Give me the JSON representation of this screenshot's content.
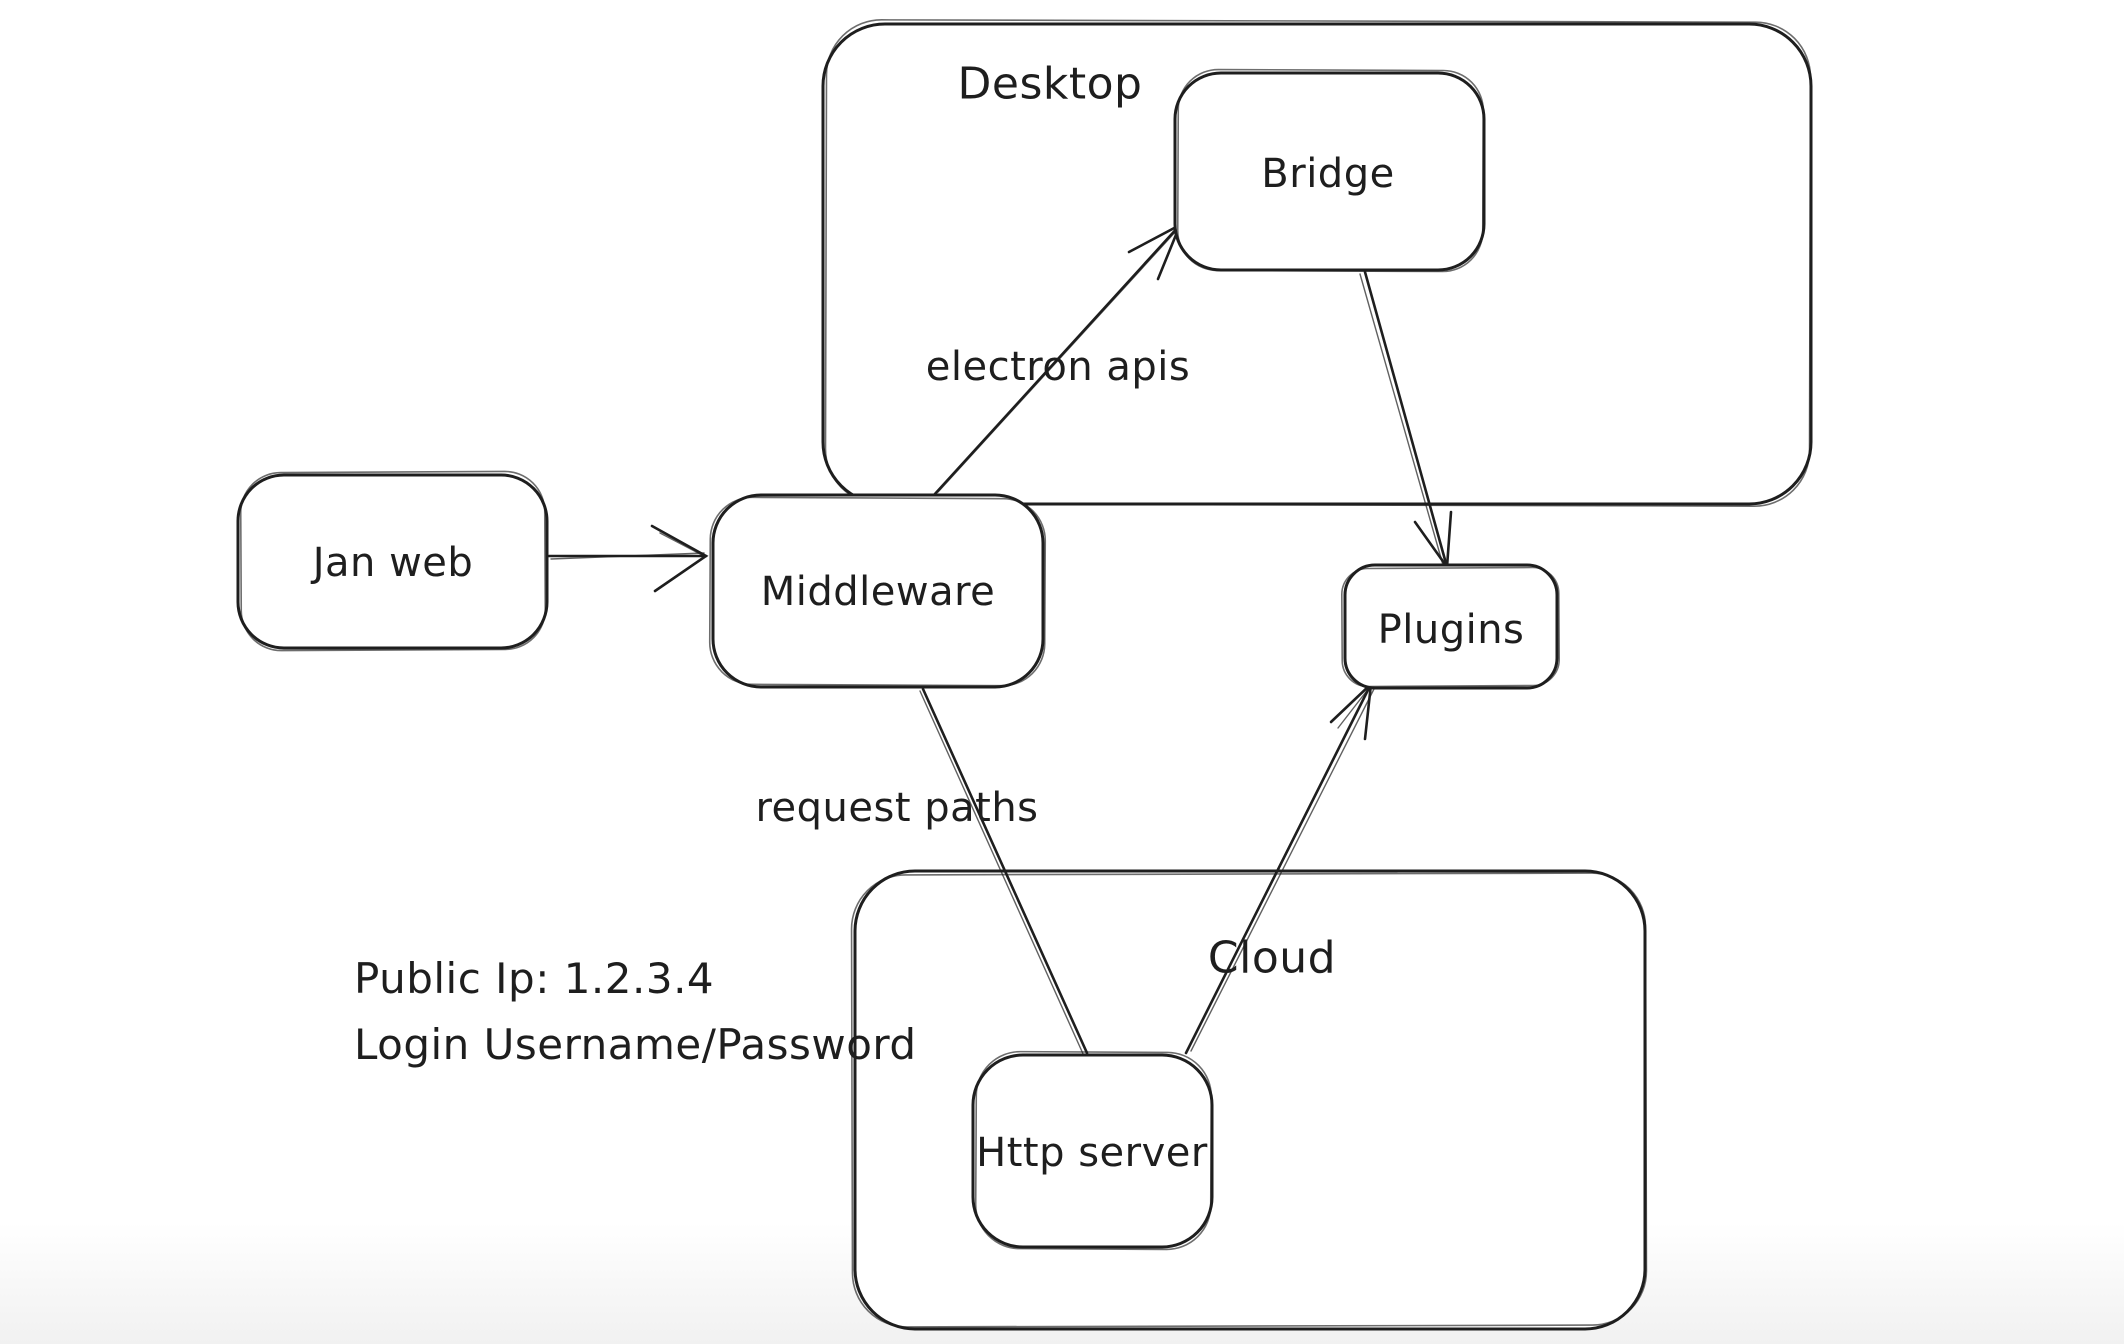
{
  "canvas": {
    "background": "#ffffff",
    "stroke_color": "#1e1e1e",
    "bottom_fade_color": "#f1f1f1"
  },
  "nodes": {
    "desktop": {
      "label": "Desktop",
      "type": "group-container"
    },
    "bridge": {
      "label": "Bridge",
      "type": "box"
    },
    "jan_web": {
      "label": "Jan web",
      "type": "box"
    },
    "middleware": {
      "label": "Middleware",
      "type": "box"
    },
    "plugins": {
      "label": "Plugins",
      "type": "box"
    },
    "cloud": {
      "label": "Cloud",
      "type": "group-container"
    },
    "http_server": {
      "label": "Http server",
      "type": "box"
    }
  },
  "edges": {
    "jan_web_to_middleware": {
      "from": "Jan web",
      "to": "Middleware",
      "label": "",
      "arrowhead": "end"
    },
    "middleware_to_bridge": {
      "from": "Middleware",
      "to": "Bridge",
      "label": "electron apis",
      "arrowhead": "end"
    },
    "bridge_to_plugins": {
      "from": "Bridge",
      "to": "Plugins",
      "label": "",
      "arrowhead": "end"
    },
    "middleware_to_http_server": {
      "from": "Middleware",
      "to": "Http server",
      "label": "request paths",
      "arrowhead": "none"
    },
    "http_server_to_plugins": {
      "from": "Http server",
      "to": "Plugins",
      "label": "",
      "arrowhead": "end"
    }
  },
  "notes": {
    "line1": "Public Ip: 1.2.3.4",
    "line2": "Login Username/Password"
  }
}
